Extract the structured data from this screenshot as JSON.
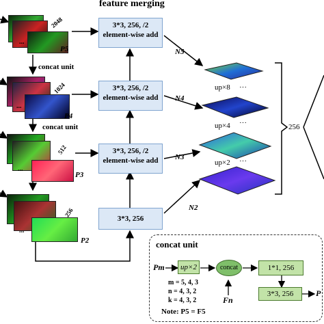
{
  "title": "feature merging",
  "colors": {
    "box_fill": "#dce8f6",
    "box_border": "#7fa4cf",
    "concat_node": "#7fbf6a",
    "green_box": "#c2e3a8"
  },
  "merge_boxes": [
    {
      "line1": "3*3, 256, /2",
      "line2": "element-wise add"
    },
    {
      "line1": "3*3, 256, /2",
      "line2": "element-wise add"
    },
    {
      "line1": "3*3, 256, /2",
      "line2": "element-wise add"
    },
    {
      "line1": "3*3, 256",
      "line2": ""
    }
  ],
  "pyramid": {
    "p5": "P5",
    "p4": "P4",
    "p3": "P3",
    "p2": "P2",
    "c5": "2048",
    "c4": "1024",
    "c3": "512",
    "c2": "256",
    "dots": "..."
  },
  "concat_unit_label": "concat unit",
  "n_labels": {
    "n5": "N5",
    "n4": "N4",
    "n3": "N3",
    "n2": "N2"
  },
  "upsample": {
    "x8": "up×8",
    "x4": "up×4",
    "x2": "up×2",
    "dots": "···"
  },
  "out_channels": "256",
  "inset": {
    "title": "concat unit",
    "pm": "Pm",
    "up": "up×2",
    "concat": "concat",
    "fn": "Fn",
    "conv1": "1*1, 256",
    "conv3": "3*3, 256",
    "out": "P",
    "m": "m = 5, 4, 3",
    "n": "n = 4, 3, 2",
    "k": "k = 4, 3, 2",
    "note": "Note:  P5 = F5"
  }
}
